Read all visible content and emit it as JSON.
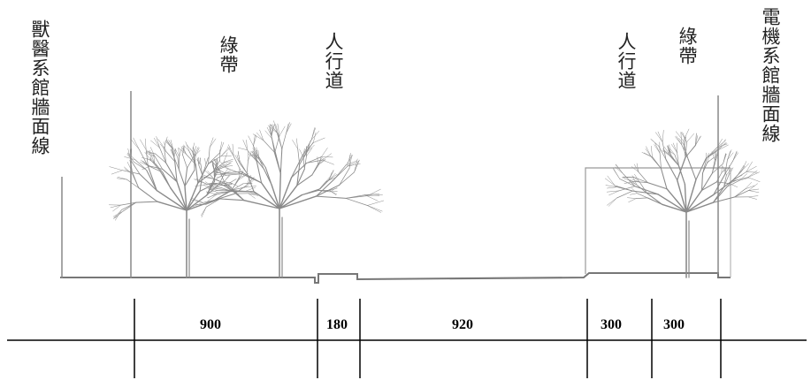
{
  "labels": {
    "left_wall": "獸醫系館牆面線",
    "left_green": "綠帶",
    "left_sidewalk": "人行道",
    "right_sidewalk": "人行道",
    "right_green": "綠帶",
    "right_wall": "電機系館牆面線"
  },
  "dimensions": [
    "900",
    "180",
    "920",
    "300",
    "300"
  ],
  "colors": {
    "sketch": "#8a8a8a",
    "ink": "#000000"
  }
}
